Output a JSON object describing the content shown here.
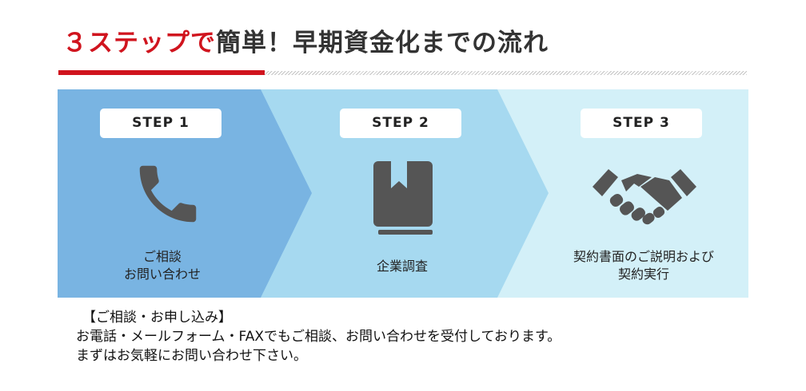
{
  "title": {
    "accent": "３ステップで",
    "rest": "簡単！早期資金化までの流れ"
  },
  "colors": {
    "accent": "#d0141e",
    "step1_bg": "#79b4e2",
    "step2_bg": "#a6d9f0",
    "step3_bg": "#d3f0f8",
    "icon": "#555555"
  },
  "steps": [
    {
      "badge": "STEP 1",
      "icon": "phone-icon",
      "lines": [
        "ご相談",
        "お問い合わせ"
      ]
    },
    {
      "badge": "STEP 2",
      "icon": "book-icon",
      "lines": [
        "企業調査"
      ]
    },
    {
      "badge": "STEP 3",
      "icon": "handshake-icon",
      "lines": [
        "契約書面のご説明および",
        "契約実行"
      ]
    }
  ],
  "note": {
    "heading": "【ご相談・お申し込み】",
    "line1": "お電話・メールフォーム・FAXでもご相談、お問い合わせを受付しております。",
    "line2": "まずはお気軽にお問い合わせ下さい。"
  }
}
